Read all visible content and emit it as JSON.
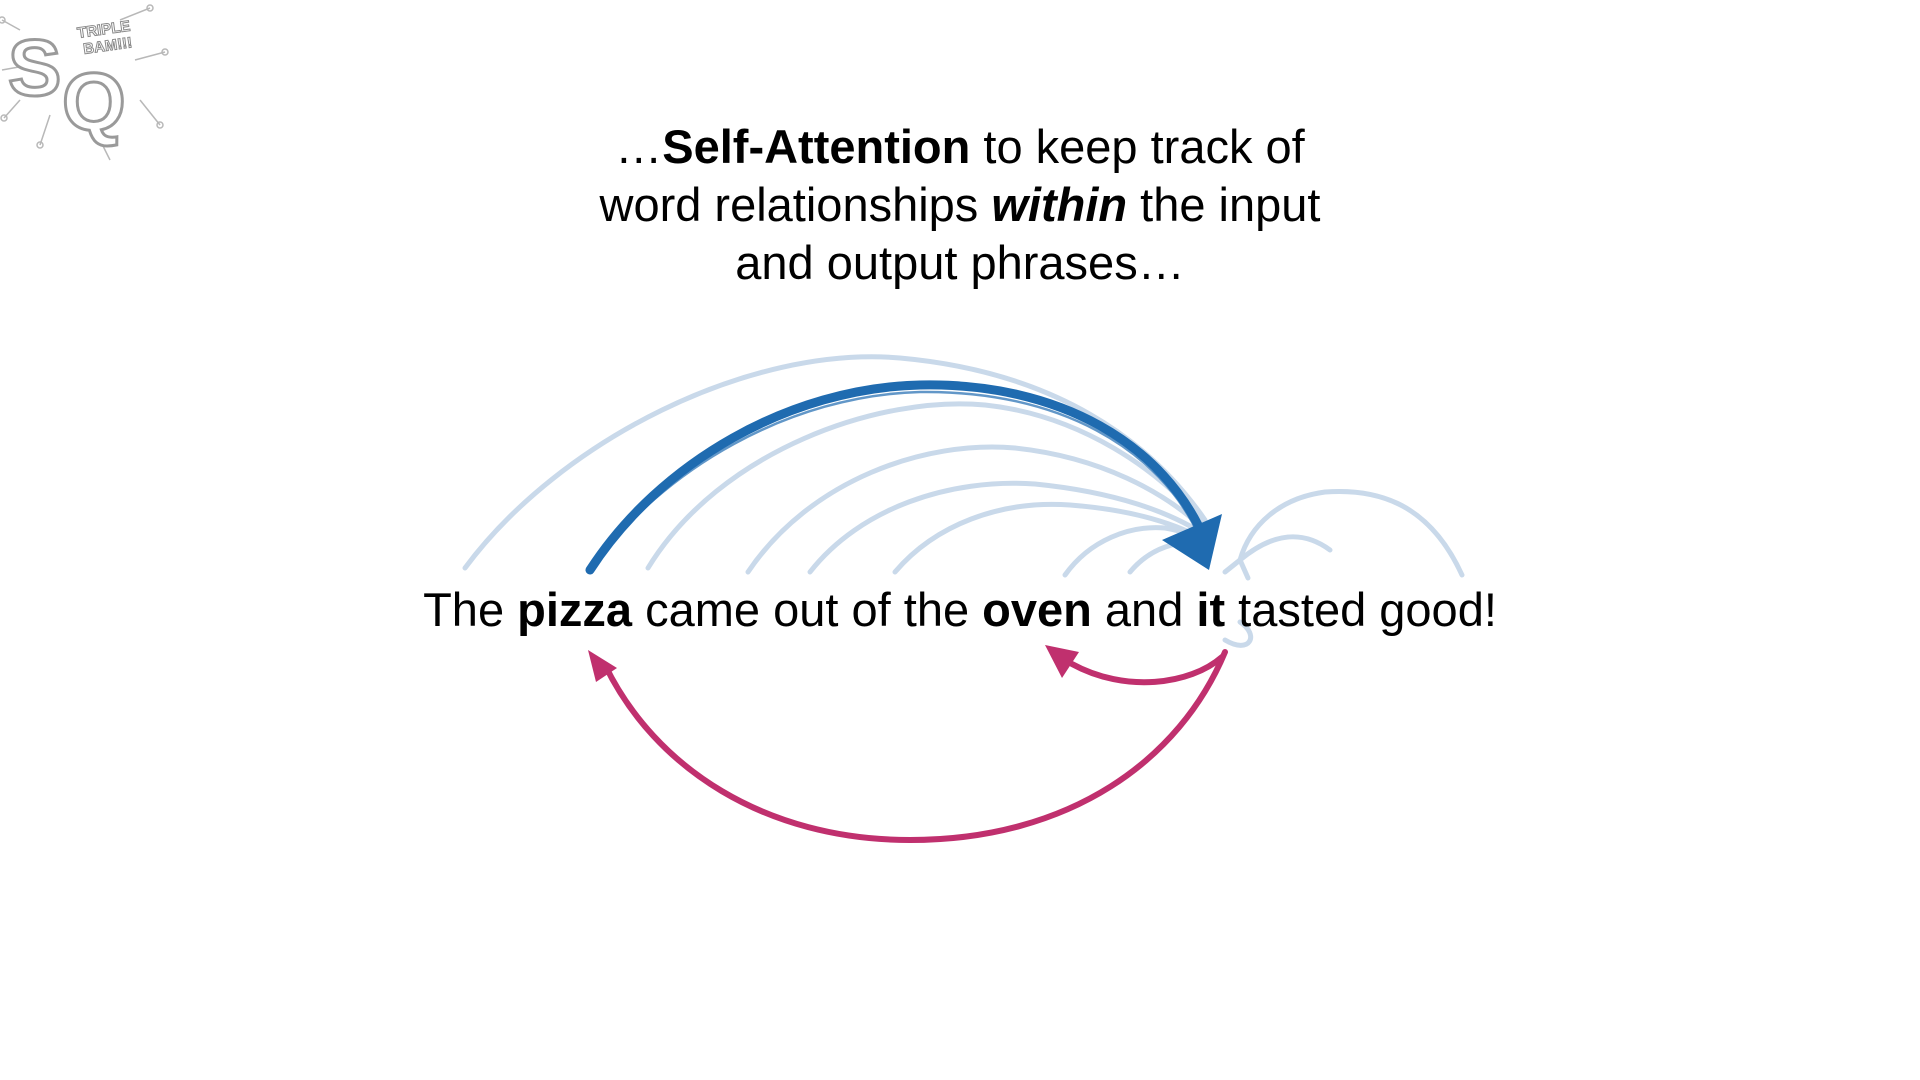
{
  "logo": {
    "monogram_s": "S",
    "monogram_q": "Q",
    "tagline_1": "TRIPLE",
    "tagline_2": "BAM!!!",
    "icon": "statquest-logo"
  },
  "headline": {
    "line1": {
      "prefix": "…",
      "bold": "Self-Attention",
      "suffix": " to keep track of"
    },
    "line2": {
      "prefix": "word relationships ",
      "emphasis": "within",
      "suffix": " the input"
    },
    "line3": {
      "text": "and output phrases…"
    }
  },
  "sentence": {
    "w1": "The ",
    "w2": "pizza",
    "w3": " came out of the ",
    "w4": "oven",
    "w5": " and ",
    "w6": "it",
    "w7": " tasted good!"
  },
  "colors": {
    "blue_arrow": "#1f6bb0",
    "faint_arrow": "#c9d9ea",
    "pink_arrow": "#c0306e",
    "text": "#000000"
  }
}
